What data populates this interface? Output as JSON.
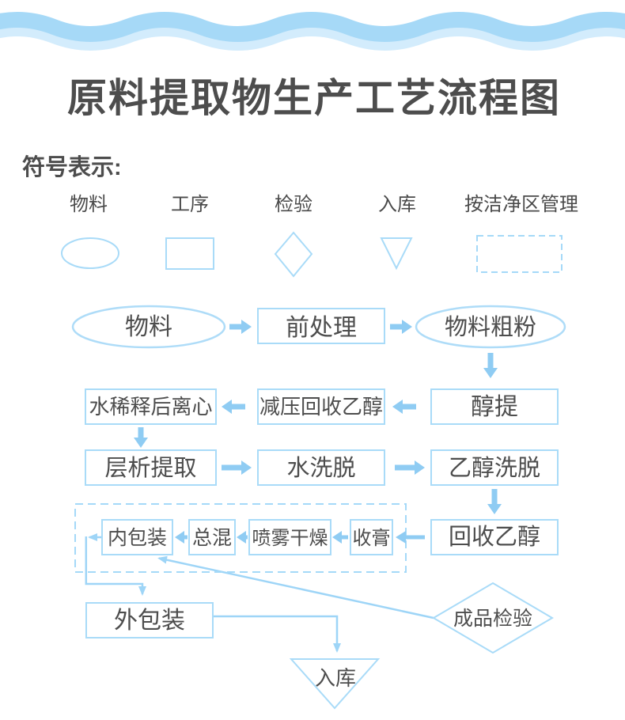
{
  "title": "原料提取物生产工艺流程图",
  "legend": {
    "heading": "符号表示:",
    "items": [
      {
        "label": "物料",
        "shape": "ellipse"
      },
      {
        "label": "工序",
        "shape": "rectangle"
      },
      {
        "label": "检验",
        "shape": "diamond"
      },
      {
        "label": "入库",
        "shape": "triangle-down"
      },
      {
        "label": "按洁净区管理",
        "shape": "dashed-rectangle"
      }
    ]
  },
  "flow": {
    "material": "物料",
    "pretreatment": "前处理",
    "coarse_powder": "物料粗粉",
    "alcohol_extraction": "醇提",
    "vacuum_ethanol_recovery": "减压回收乙醇",
    "water_dilution_centrifuge": "水稀释后离心",
    "chromatography_extraction": "层析提取",
    "water_elution": "水洗脱",
    "ethanol_elution": "乙醇洗脱",
    "ethanol_recovery": "回收乙醇",
    "paste_collection": "收膏",
    "spray_drying": "喷雾干燥",
    "total_mixing": "总混",
    "inner_packaging": "内包装",
    "outer_packaging": "外包装",
    "finished_product_inspection": "成品检验",
    "warehousing": "入库"
  },
  "colors": {
    "title_gradient_top": "#0e6ea8",
    "title_gradient_bottom": "#45b0e4",
    "legend_heading": "#19a0e4",
    "shape_stroke": "#a9dbf8",
    "arrow_fill": "#8fccf3",
    "connector_stroke": "#9ed5f7",
    "node_text": "#4d4d4d",
    "wave_front": "#a6d9f7",
    "wave_back": "#d3ecfc"
  }
}
